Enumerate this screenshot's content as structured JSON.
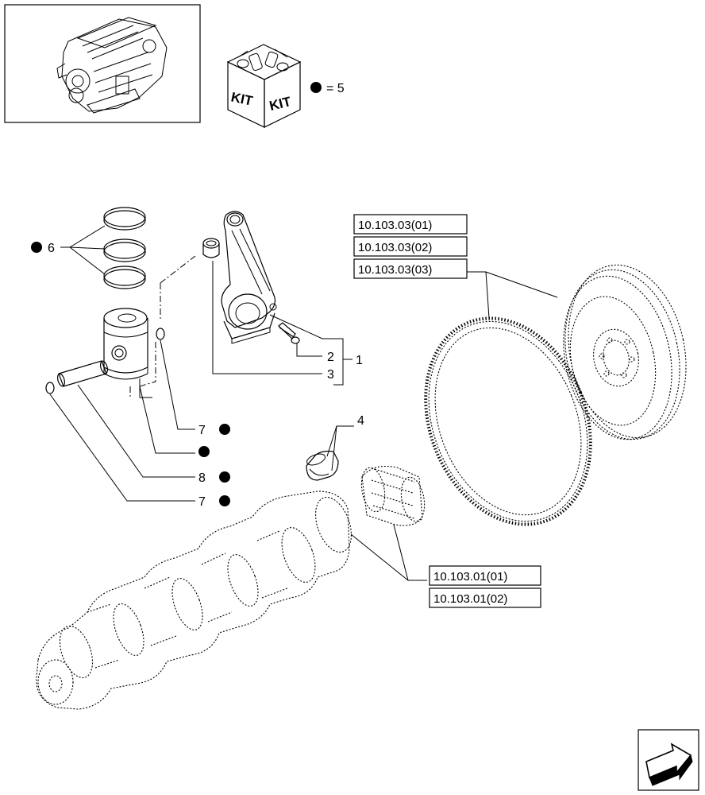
{
  "kit_legend": {
    "kit_label": "KIT",
    "equals_text": "= 5"
  },
  "callouts": {
    "c1": "1",
    "c2": "2",
    "c3": "3",
    "c4": "4",
    "c6": "6",
    "c7a": "7",
    "c7b": "7",
    "c8": "8"
  },
  "refs": {
    "flywheel": [
      "10.103.03(01)",
      "10.103.03(02)",
      "10.103.03(03)"
    ],
    "crankshaft": [
      "10.103.01(01)",
      "10.103.01(02)"
    ]
  },
  "icons": {
    "engine": "engine-thumbnail-icon",
    "kit": "kit-box-icon",
    "bullet": "filled-circle-icon",
    "nav": "next-page-arrow-icon"
  },
  "colors": {
    "ink": "#000000",
    "paper": "#ffffff"
  }
}
